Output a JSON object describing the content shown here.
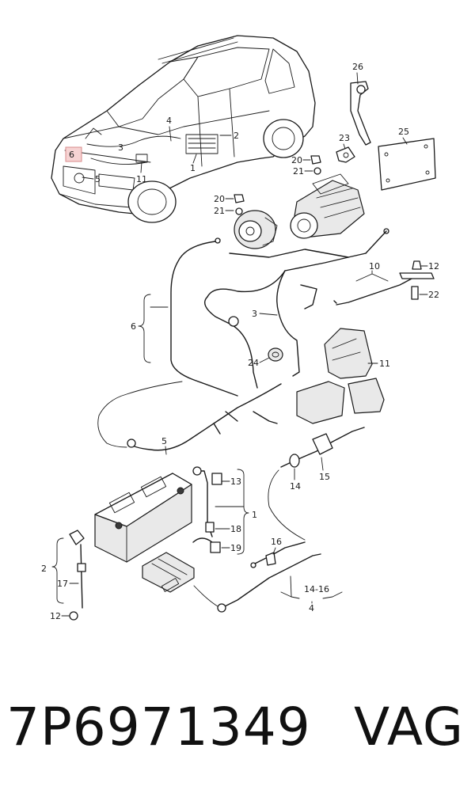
{
  "callouts": {
    "c26": "26",
    "c25": "25",
    "c23": "23",
    "c20a": "20",
    "c21a": "21",
    "c20b": "20",
    "c21b": "21",
    "c4a": "4",
    "c2a": "2",
    "c3a": "3",
    "c6a": "6",
    "c5a": "5",
    "c11a": "11",
    "c1a": "1",
    "c10": "10",
    "c12a": "12",
    "c22": "22",
    "c6b": "6",
    "c3b": "3",
    "c24": "24",
    "c11b": "11",
    "c5b": "5",
    "c15": "15",
    "c14a": "14",
    "c13": "13",
    "c1b": "1",
    "c18": "18",
    "c19": "19",
    "c16": "16",
    "c14range": "14-16",
    "c4b": "4",
    "c2b": "2",
    "c17": "17",
    "c12b": "12"
  },
  "footer": {
    "part_number": "7P6971349",
    "brand": "VAG"
  },
  "colors": {
    "line": "#1a1a1a",
    "highlight": "#f6d3d3"
  }
}
